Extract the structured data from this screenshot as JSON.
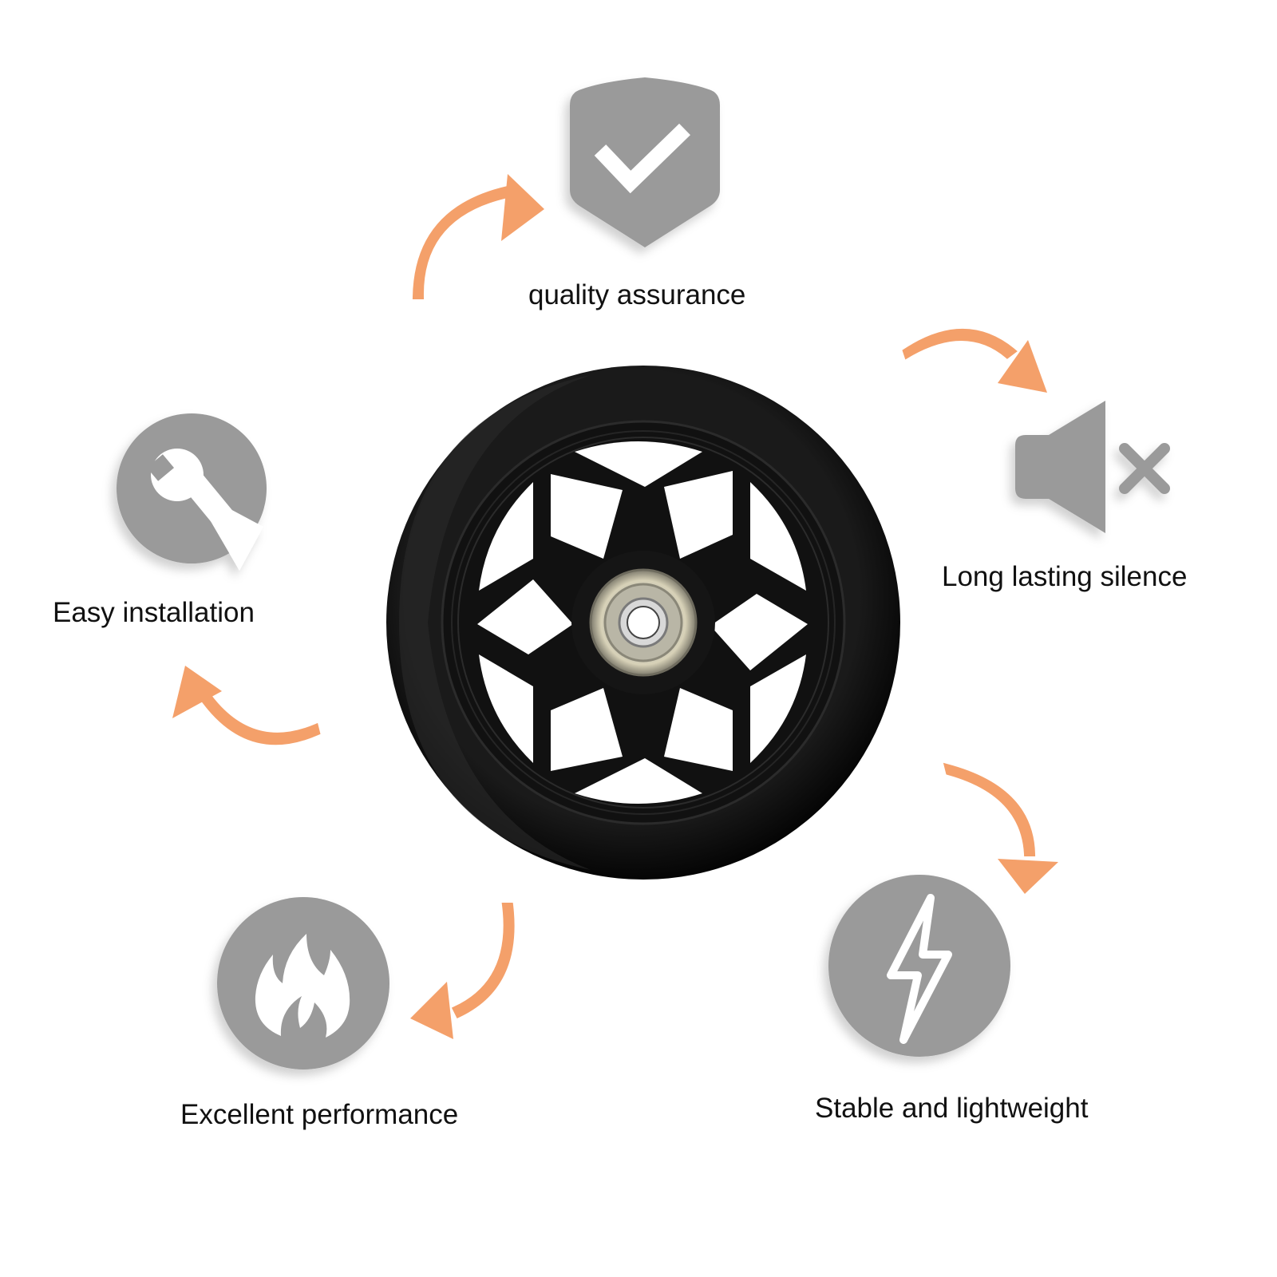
{
  "features": {
    "quality": {
      "label": "quality assurance",
      "icon": "shield-check-icon"
    },
    "silence": {
      "label": "Long lasting silence",
      "icon": "speaker-mute-icon"
    },
    "install": {
      "label": "Easy installation",
      "icon": "wrench-icon"
    },
    "performance": {
      "label": "Excellent performance",
      "icon": "flame-icon"
    },
    "stable": {
      "label": "Stable and lightweight",
      "icon": "lightning-icon"
    }
  },
  "product": {
    "icon": "scooter-wheel"
  },
  "colors": {
    "icon_gray": "#9a9a9a",
    "arrow_orange": "#f4a06a",
    "wheel_black": "#0c0c0c",
    "text": "#111111"
  }
}
